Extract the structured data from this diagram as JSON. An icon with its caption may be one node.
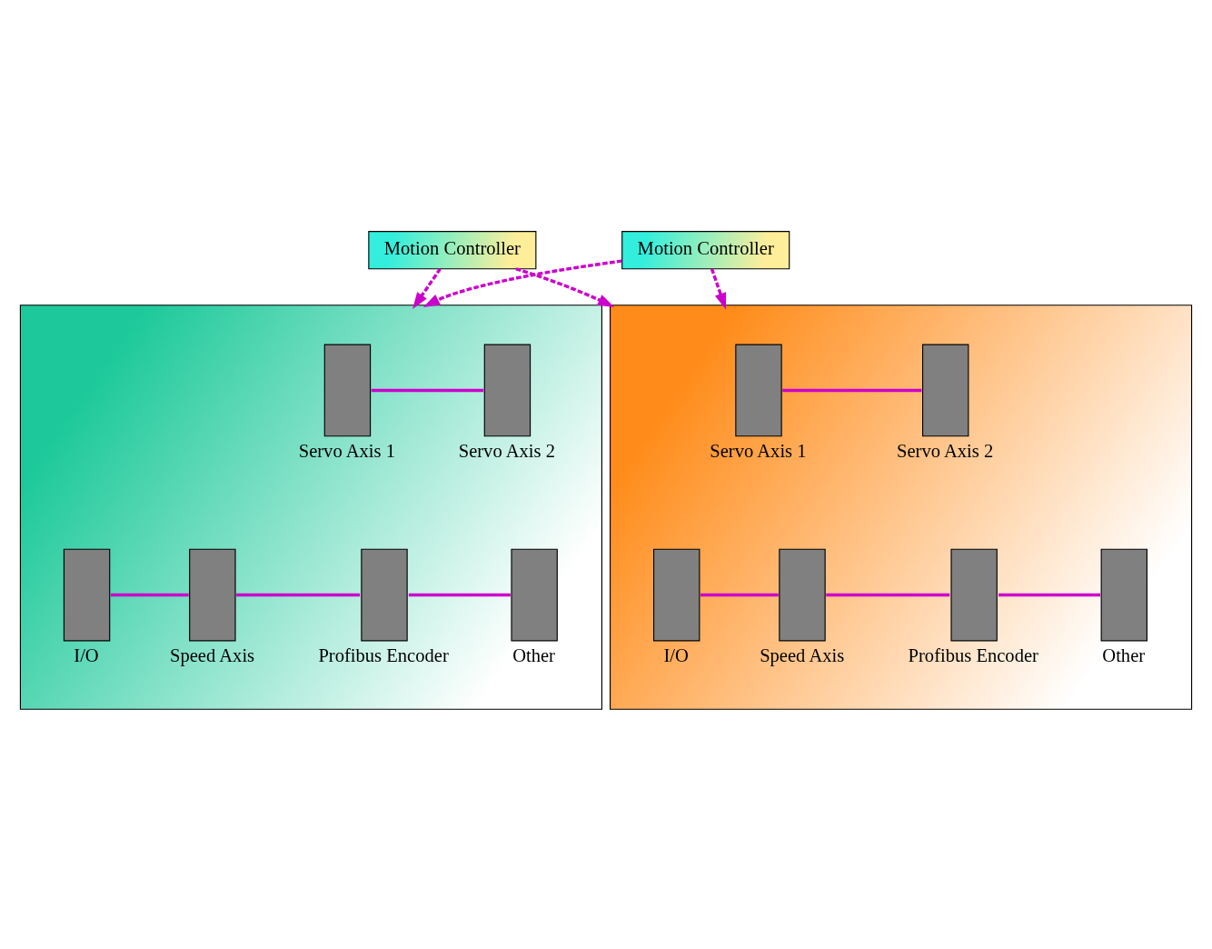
{
  "diagram": {
    "nodes": [
      {
        "text": [
          "Motion Controller"
        ]
      },
      {
        "text": [
          "Motion Controller"
        ]
      },
      {
        "text": [],
        "shape": "box"
      },
      {
        "text": [],
        "shape": "box",
        "in": 2,
        "beside": [
          "Servo Axis 1"
        ]
      },
      {
        "text": [],
        "shape": "box",
        "in": 2,
        "beside": [
          "Servo Axis 2"
        ]
      },
      {
        "text": [],
        "shape": "box",
        "in": 2,
        "beside": [
          "I/O"
        ]
      },
      {
        "text": [],
        "shape": "box",
        "in": 2,
        "beside": [
          "Speed Axis"
        ]
      },
      {
        "text": [],
        "shape": "box",
        "in": 2,
        "beside": [
          "Profibus Encoder"
        ]
      },
      {
        "text": [],
        "shape": "box",
        "in": 2,
        "beside": [
          "Other"
        ]
      },
      {
        "text": [],
        "shape": "box"
      },
      {
        "text": [],
        "shape": "box",
        "in": 9,
        "beside": [
          "Servo Axis 1"
        ]
      },
      {
        "text": [],
        "shape": "box",
        "in": 9,
        "beside": [
          "Servo Axis 2"
        ]
      },
      {
        "text": [],
        "shape": "box",
        "in": 9,
        "beside": [
          "I/O"
        ]
      },
      {
        "text": [],
        "shape": "box",
        "in": 9,
        "beside": [
          "Speed Axis"
        ]
      },
      {
        "text": [],
        "shape": "box",
        "in": 9,
        "beside": [
          "Profibus Encoder"
        ]
      },
      {
        "text": [],
        "shape": "box",
        "in": 9,
        "beside": [
          "Other"
        ]
      }
    ],
    "edges": [
      {
        "from": 0,
        "to": 2,
        "arrow": "to",
        "style": "dashed"
      },
      {
        "from": 0,
        "to": 9,
        "arrow": "to",
        "style": "dashed"
      },
      {
        "from": 1,
        "to": 2,
        "arrow": "to",
        "style": "dashed"
      },
      {
        "from": 1,
        "to": 9,
        "arrow": "to",
        "style": "dashed"
      },
      {
        "from": 3,
        "to": 4,
        "arrow": "none"
      },
      {
        "from": 5,
        "to": 6,
        "arrow": "none"
      },
      {
        "from": 6,
        "to": 7,
        "arrow": "none"
      },
      {
        "from": 7,
        "to": 8,
        "arrow": "none"
      },
      {
        "from": 10,
        "to": 11,
        "arrow": "none"
      },
      {
        "from": 12,
        "to": 13,
        "arrow": "none"
      },
      {
        "from": 13,
        "to": 14,
        "arrow": "none"
      },
      {
        "from": 14,
        "to": 15,
        "arrow": "none"
      }
    ]
  }
}
